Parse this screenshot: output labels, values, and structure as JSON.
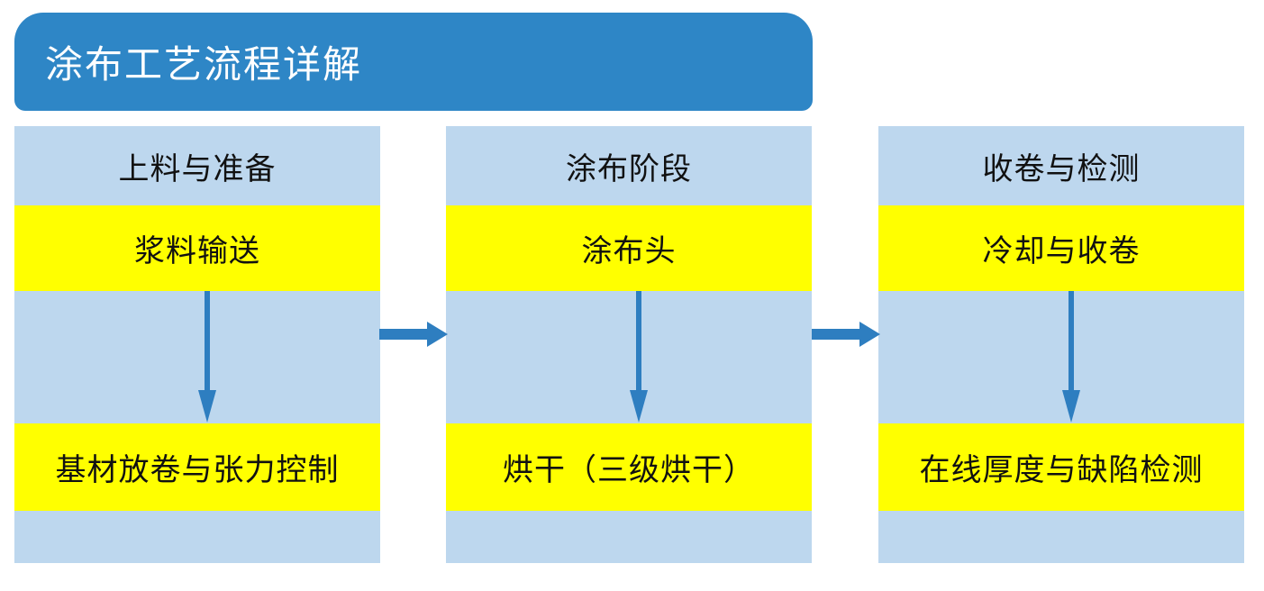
{
  "title": "涂布工艺流程详解",
  "colors": {
    "header_blue": "#2E86C6",
    "arrow_blue": "#2E7EC0",
    "light_blue": "#BDD7EE",
    "yellow": "#FFFF00",
    "text_dark": "#111111",
    "header_text": "#FFFFFF",
    "background": "#FFFFFF"
  },
  "columns": [
    {
      "title": "上料与准备",
      "step1": "浆料输送",
      "step2": "基材放卷与张力控制"
    },
    {
      "title": "涂布阶段",
      "step1": "涂布头",
      "step2": "烘干（三级烘干）"
    },
    {
      "title": "收卷与检测",
      "step1": "冷却与收卷",
      "step2": "在线厚度与缺陷检测"
    }
  ]
}
